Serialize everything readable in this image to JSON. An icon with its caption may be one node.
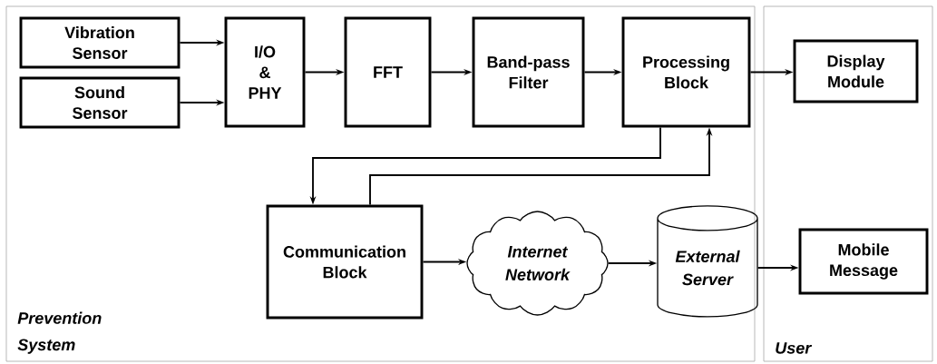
{
  "diagram": {
    "nodes": [
      {
        "text": [
          "Prevention System"
        ]
      },
      {
        "text": [
          "Vibration Sensor"
        ],
        "in": 0
      },
      {
        "text": [
          "Sound Sensor"
        ],
        "in": 0
      },
      {
        "text": [
          "I/O & PHY"
        ],
        "in": 0
      },
      {
        "text": [
          "FFT"
        ],
        "in": 0
      },
      {
        "text": [
          "Band-pass Filter"
        ],
        "in": 0
      },
      {
        "text": [
          "Processing Block"
        ],
        "in": 0
      },
      {
        "text": [
          "Communication Block"
        ],
        "in": 0
      },
      {
        "text": [
          "Internet Network"
        ],
        "in": 0
      },
      {
        "text": [
          "External Server"
        ],
        "in": 0
      },
      {
        "text": [
          "User"
        ]
      },
      {
        "text": [
          "Display Module"
        ],
        "in": 10
      },
      {
        "text": [
          "Mobile Message"
        ],
        "in": 10
      }
    ],
    "edges": [
      {
        "from": 1,
        "to": 3,
        "arrow": "to"
      },
      {
        "from": 2,
        "to": 3,
        "arrow": "to"
      },
      {
        "from": 3,
        "to": 4,
        "arrow": "to"
      },
      {
        "from": 4,
        "to": 5,
        "arrow": "to"
      },
      {
        "from": 5,
        "to": 6,
        "arrow": "to"
      },
      {
        "from": 6,
        "to": 11,
        "arrow": "to"
      },
      {
        "from": 6,
        "to": 7,
        "arrow": "to"
      },
      {
        "from": 7,
        "to": 6,
        "arrow": "to"
      },
      {
        "from": 7,
        "to": 8,
        "arrow": "to"
      },
      {
        "from": 8,
        "to": 9,
        "arrow": "to"
      },
      {
        "from": 9,
        "to": 12,
        "arrow": "to"
      }
    ]
  }
}
